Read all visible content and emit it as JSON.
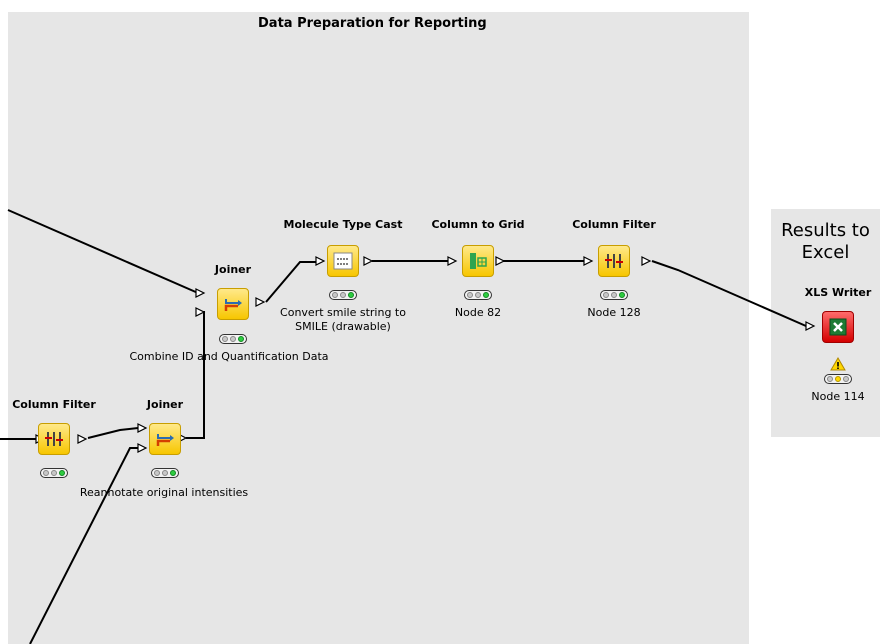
{
  "annotations": {
    "main_title": "Data Preparation for Reporting",
    "results_title_line1": "Results to",
    "results_title_line2": "Excel"
  },
  "nodes": {
    "column_filter_left": {
      "label": "Column Filter",
      "comment": ""
    },
    "joiner_bottom": {
      "label": "Joiner",
      "comment": "Reannotate original intensities"
    },
    "joiner_top": {
      "label": "Joiner",
      "comment": "Combine ID and Quantification Data"
    },
    "molecule_type_cast": {
      "label": "Molecule Type Cast",
      "comment_line1": "Convert smile string to",
      "comment_line2": "SMILE (drawable)"
    },
    "column_to_grid": {
      "label": "Column to Grid",
      "comment": "Node 82"
    },
    "column_filter_right": {
      "label": "Column Filter",
      "comment": "Node 128"
    },
    "xls_writer": {
      "label": "XLS Writer",
      "comment": "Node 114"
    }
  },
  "colors": {
    "annotation_bg": "#e6e6e6",
    "node_yellow": "#f7c600",
    "node_red": "#d40000",
    "status_green": "#2ecc40",
    "status_yellow": "#ffd700"
  },
  "icons": {
    "column_filter": "column-filter-icon",
    "joiner": "joiner-icon",
    "molecule_type_cast": "molecule-cast-icon",
    "column_to_grid": "grid-icon",
    "xls_writer": "excel-icon",
    "warning": "warning-icon"
  }
}
